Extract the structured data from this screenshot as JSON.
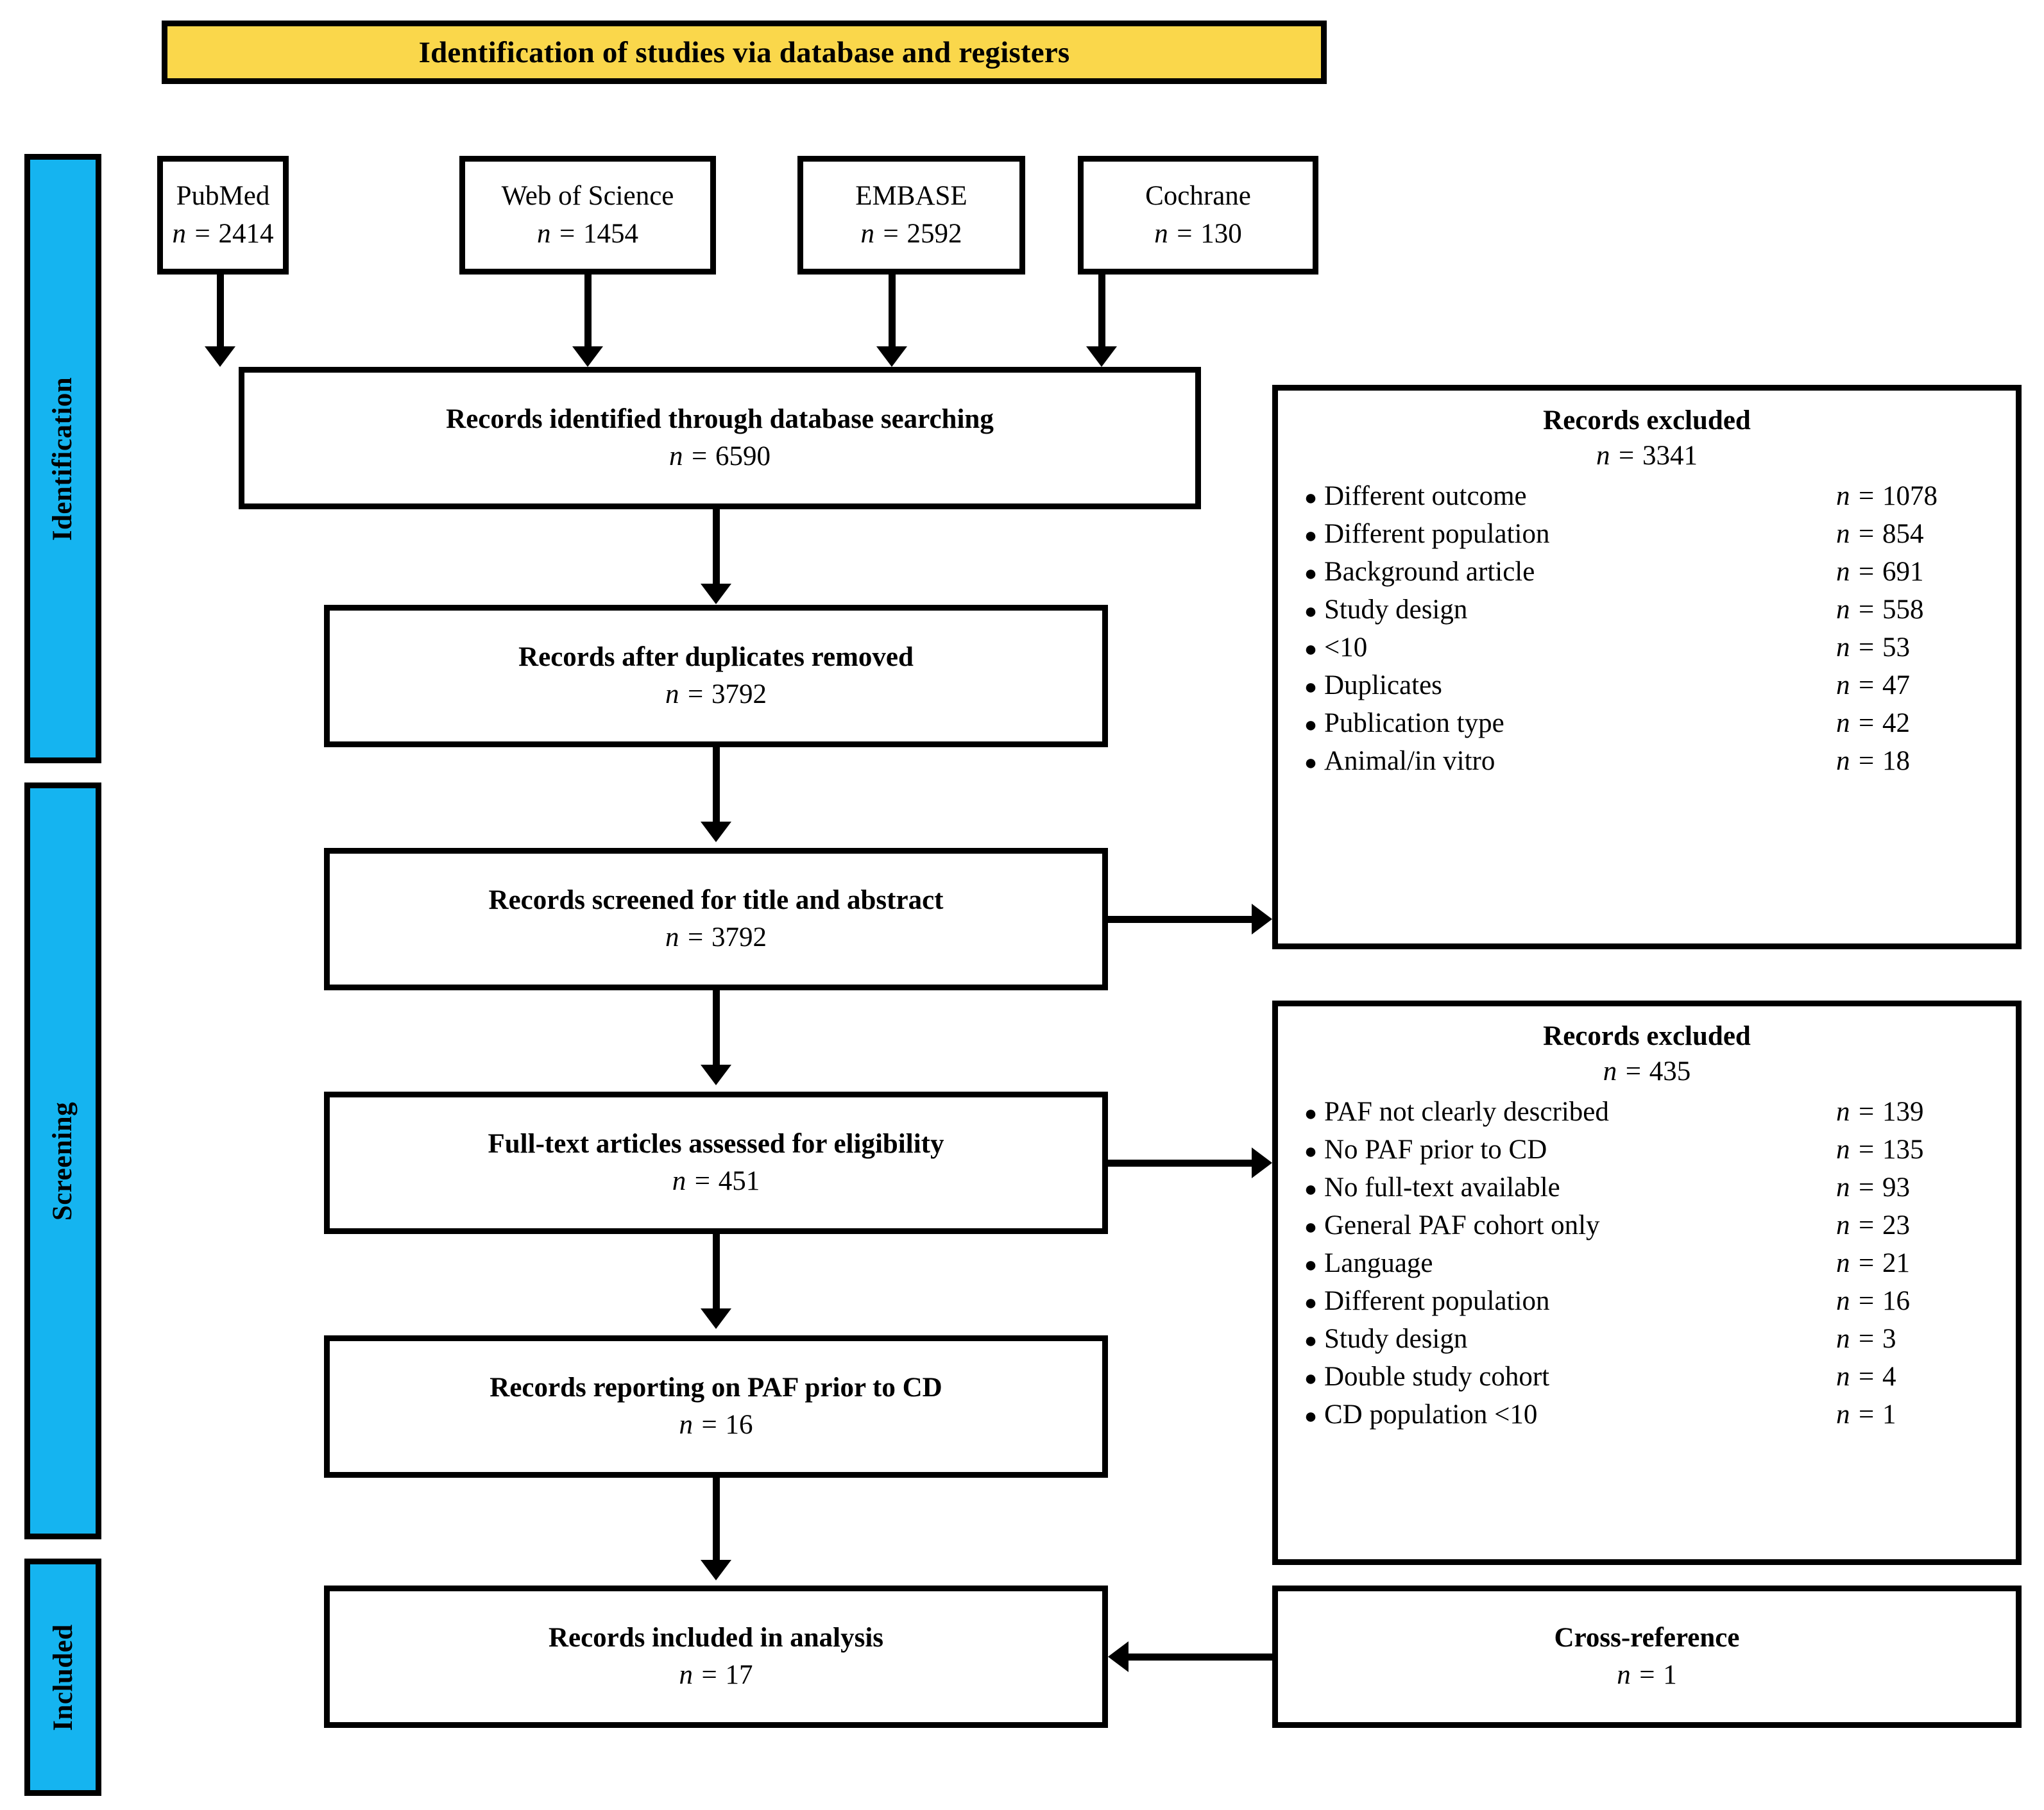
{
  "colors": {
    "banner_fill": "#FAD74B",
    "phase_fill": "#15B4F0",
    "stroke": "#000000",
    "box_fill": "#FFFFFF"
  },
  "banner": {
    "title": "Identification of studies via database and registers"
  },
  "phases": [
    {
      "label": "Identification"
    },
    {
      "label": "Screening"
    },
    {
      "label": "Included"
    }
  ],
  "sources": [
    {
      "name": "PubMed",
      "count": "n = 2414"
    },
    {
      "name": "Web of Science",
      "count": "n = 1454"
    },
    {
      "name": "EMBASE",
      "count": "n = 2592"
    },
    {
      "name": "Cochrane",
      "count": "n = 130"
    }
  ],
  "flow": [
    {
      "label": "Records identified through database searching",
      "count": "n = 6590"
    },
    {
      "label": "Records after duplicates removed",
      "count": "n = 3792"
    },
    {
      "label": "Records screened for title and abstract",
      "count": "n = 3792"
    },
    {
      "label": "Full-text articles assessed for eligibility",
      "count": "n = 451"
    },
    {
      "label": "Records reporting on PAF prior to CD",
      "count": "n = 16"
    },
    {
      "label": "Records included in analysis",
      "count": "n = 17"
    }
  ],
  "cross_reference": {
    "label": "Cross-reference",
    "count": "n = 1"
  },
  "excluded_screening": {
    "title": "Records excluded",
    "total": "n = 3341",
    "reasons": [
      {
        "label": "Different outcome",
        "count": "n = 1078"
      },
      {
        "label": "Different population",
        "count": "n = 854"
      },
      {
        "label": "Background article",
        "count": "n = 691"
      },
      {
        "label": "Study design",
        "count": "n = 558"
      },
      {
        "label": "<10",
        "count": "n = 53"
      },
      {
        "label": "Duplicates",
        "count": "n = 47"
      },
      {
        "label": "Publication type",
        "count": "n = 42"
      },
      {
        "label": "Animal/in vitro",
        "count": "n = 18"
      }
    ]
  },
  "excluded_eligibility": {
    "title": "Records excluded",
    "total": "n = 435",
    "reasons": [
      {
        "label": "PAF not clearly described",
        "count": "n = 139"
      },
      {
        "label": "No PAF prior to CD",
        "count": "n = 135"
      },
      {
        "label": "No full-text available",
        "count": "n = 93"
      },
      {
        "label": "General PAF cohort only",
        "count": "n = 23"
      },
      {
        "label": "Language",
        "count": "n = 21"
      },
      {
        "label": "Different population",
        "count": "n = 16"
      },
      {
        "label": "Study design",
        "count": "n = 3"
      },
      {
        "label": "Double study cohort",
        "count": "n = 4"
      },
      {
        "label": "CD population <10",
        "count": "n = 1"
      }
    ]
  },
  "chart_data": {
    "type": "diagram",
    "title": "PRISMA flow diagram",
    "nodes": [
      {
        "id": "pubmed",
        "label": "PubMed",
        "n": 2414
      },
      {
        "id": "wos",
        "label": "Web of Science",
        "n": 1454
      },
      {
        "id": "embase",
        "label": "EMBASE",
        "n": 2592
      },
      {
        "id": "cochrane",
        "label": "Cochrane",
        "n": 130
      },
      {
        "id": "identified",
        "label": "Records identified through database searching",
        "n": 6590
      },
      {
        "id": "dedup",
        "label": "Records after duplicates removed",
        "n": 3792
      },
      {
        "id": "screened",
        "label": "Records screened for title and abstract",
        "n": 3792
      },
      {
        "id": "fulltext",
        "label": "Full-text articles assessed for eligibility",
        "n": 451
      },
      {
        "id": "paf",
        "label": "Records reporting on PAF prior to CD",
        "n": 16
      },
      {
        "id": "included",
        "label": "Records included in analysis",
        "n": 17
      },
      {
        "id": "crossref",
        "label": "Cross-reference",
        "n": 1
      },
      {
        "id": "excl1",
        "label": "Records excluded",
        "n": 3341
      },
      {
        "id": "excl2",
        "label": "Records excluded",
        "n": 435
      }
    ],
    "edges": [
      {
        "from": "pubmed",
        "to": "identified"
      },
      {
        "from": "wos",
        "to": "identified"
      },
      {
        "from": "embase",
        "to": "identified"
      },
      {
        "from": "cochrane",
        "to": "identified"
      },
      {
        "from": "identified",
        "to": "dedup"
      },
      {
        "from": "dedup",
        "to": "screened"
      },
      {
        "from": "screened",
        "to": "excl1"
      },
      {
        "from": "screened",
        "to": "fulltext"
      },
      {
        "from": "fulltext",
        "to": "excl2"
      },
      {
        "from": "fulltext",
        "to": "paf"
      },
      {
        "from": "paf",
        "to": "included"
      },
      {
        "from": "crossref",
        "to": "included"
      }
    ]
  }
}
